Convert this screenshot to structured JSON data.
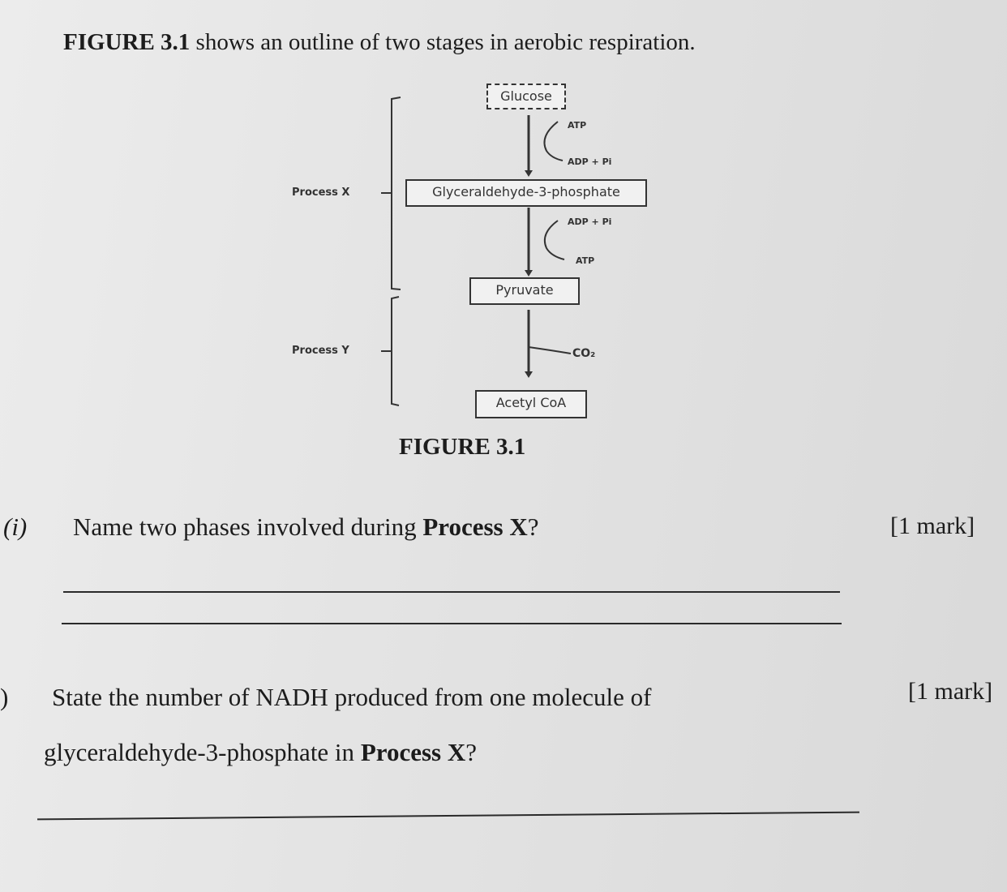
{
  "intro": {
    "figure_ref": "FIGURE 3.1",
    "text": " shows an outline of two stages in aerobic respiration."
  },
  "diagram": {
    "boxes": {
      "glucose": "Glucose",
      "g3p": "Glyceraldehyde-3-phosphate",
      "pyruvate": "Pyruvate",
      "acetyl_coa": "Acetyl CoA"
    },
    "side_labels": {
      "atp_in": "ATP",
      "adp_out": "ADP + Pi",
      "adp_in": "ADP + Pi",
      "atp_out": "ATP",
      "co2": "CO₂"
    },
    "process_x": "Process X",
    "process_y": "Process Y",
    "caption": "FIGURE 3.1"
  },
  "questions": [
    {
      "number": "(i)",
      "text_before": "Name two phases involved during ",
      "text_bold": "Process X",
      "text_after": "?",
      "marks": "[1 mark]"
    },
    {
      "number": ")",
      "line1": "State the number of NADH produced from one molecule of",
      "line2_before": "glyceraldehyde-3-phosphate in ",
      "line2_bold": "Process X",
      "line2_after": "?",
      "marks": "[1 mark]"
    }
  ]
}
